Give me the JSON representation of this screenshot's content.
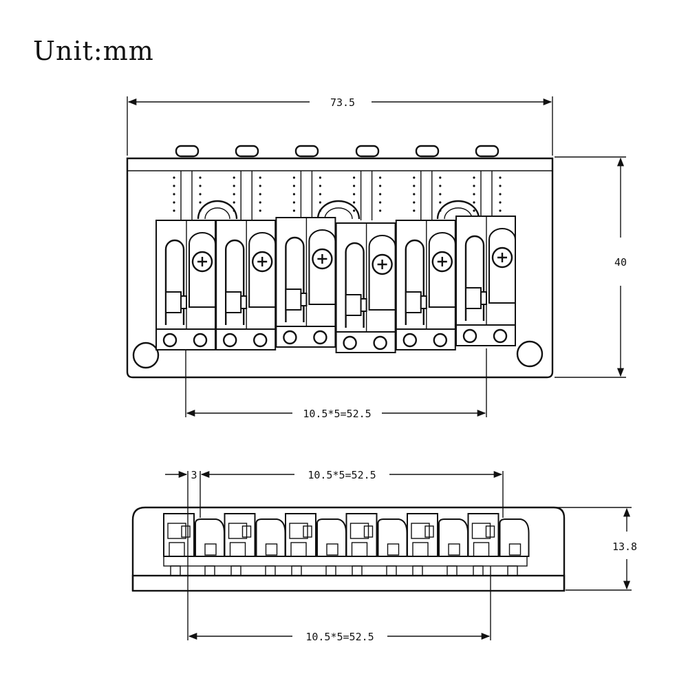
{
  "title": "Unit:mm",
  "top_view": {
    "width_label": "73.5",
    "height_label": "40",
    "spacing_label": "10.5*5=52.5"
  },
  "side_view": {
    "offset_label": "3",
    "spacing_top_label": "10.5*5=52.5",
    "height_label": "13.8",
    "spacing_bottom_label": "10.5*5=52.5"
  },
  "colors": {
    "line": "#111111",
    "background": "#ffffff"
  },
  "saddle_count": 6
}
